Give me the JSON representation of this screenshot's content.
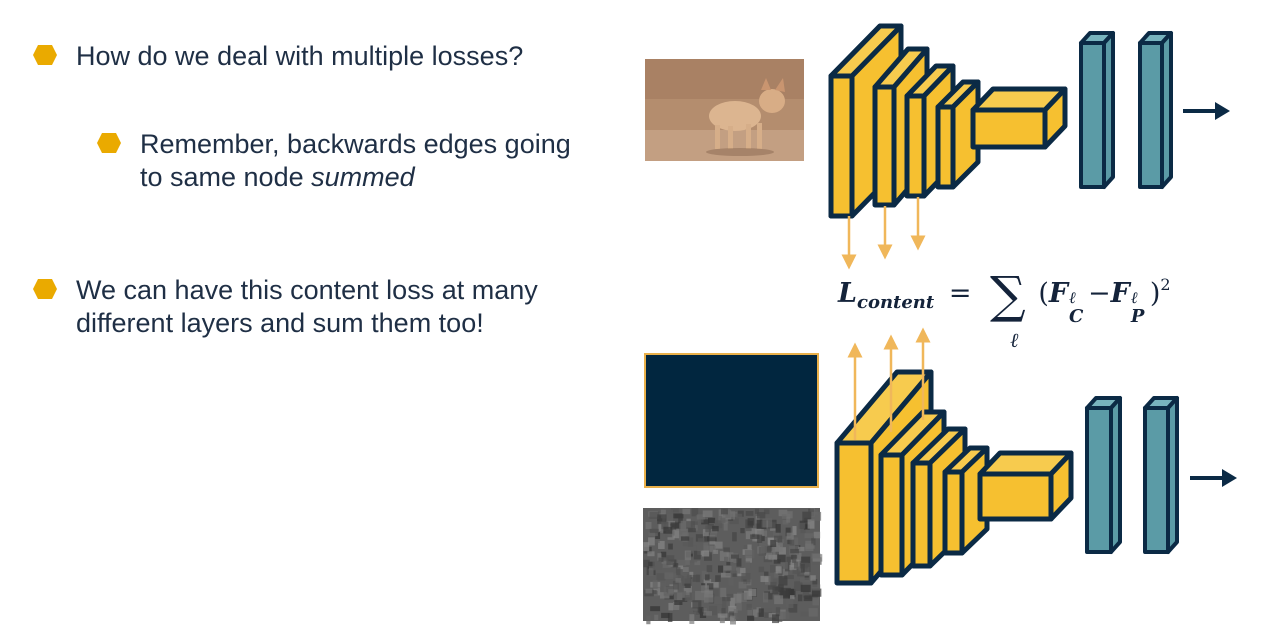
{
  "bullets": [
    {
      "text": "How do we deal with multiple losses?"
    },
    {
      "text_1": "Remember, backwards edges going to same node ",
      "text_2": "summed"
    },
    {
      "text": "We can have this content loss at many different layers and sum them too!"
    }
  ],
  "equation": {
    "lhs": "L",
    "lhs_sub": "content",
    "eq": "=",
    "sigma": "∑",
    "index": "ℓ",
    "f_c": "F",
    "f_c_sub": "C",
    "f_p": "F",
    "f_p_sub": "P",
    "sup": "ℓ",
    "power": "2"
  },
  "icons": {
    "bullet": "hexagon-bullet-icon",
    "arrow": "arrow-right-icon"
  },
  "colors": {
    "bullet": "#EAAA00",
    "conv_fill": "#F6C030",
    "conv_stroke": "#0B2A45",
    "fc_fill": "#5B9BA6",
    "arrow": "#F0B75A",
    "content_image": "#01263F",
    "text": "#1F2F45"
  }
}
